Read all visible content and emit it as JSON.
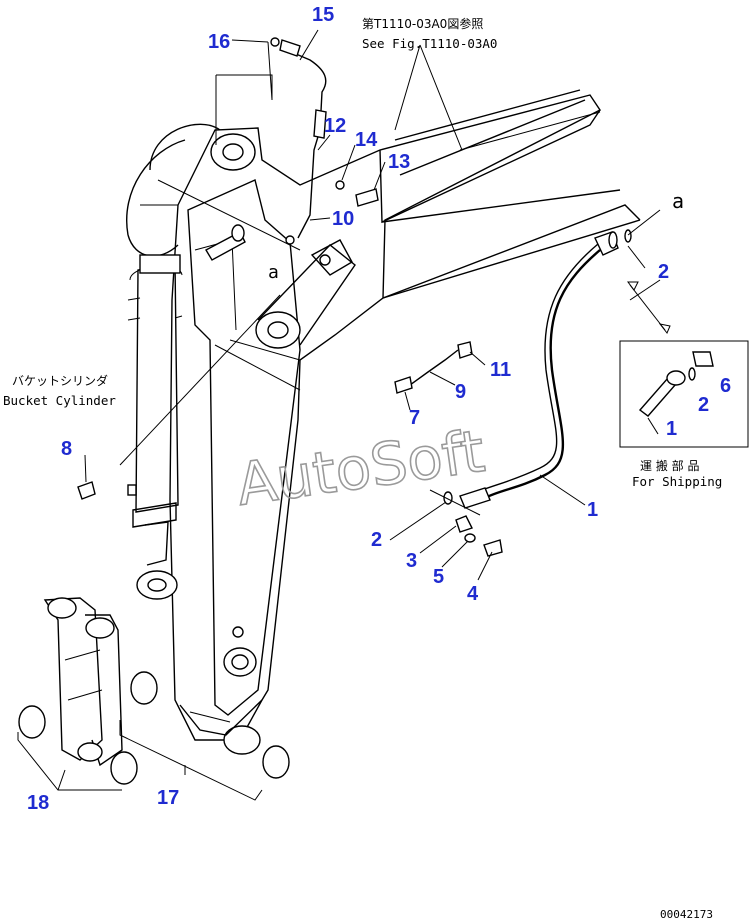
{
  "diagram": {
    "reference_note_jp": "第T1110-03A0図参照",
    "reference_note_en": "See Fig.T1110-03A0",
    "bucket_cylinder_jp": "バケットシリンダ",
    "bucket_cylinder_en": "Bucket Cylinder",
    "shipping_jp": "運 搬 部 品",
    "shipping_en": "For Shipping",
    "view_marker_a1": "a",
    "view_marker_a2": "a",
    "watermark": "AutoSoft",
    "drawing_number": "00042173",
    "callouts": [
      "15",
      "16",
      "12",
      "14",
      "13",
      "10",
      "2",
      "11",
      "9",
      "7",
      "8",
      "1",
      "2",
      "6",
      "1",
      "2",
      "3",
      "5",
      "4",
      "18",
      "17"
    ]
  },
  "colors": {
    "callout": "#1f2bd0",
    "line": "#000000",
    "watermark": "#9a9a9a"
  }
}
